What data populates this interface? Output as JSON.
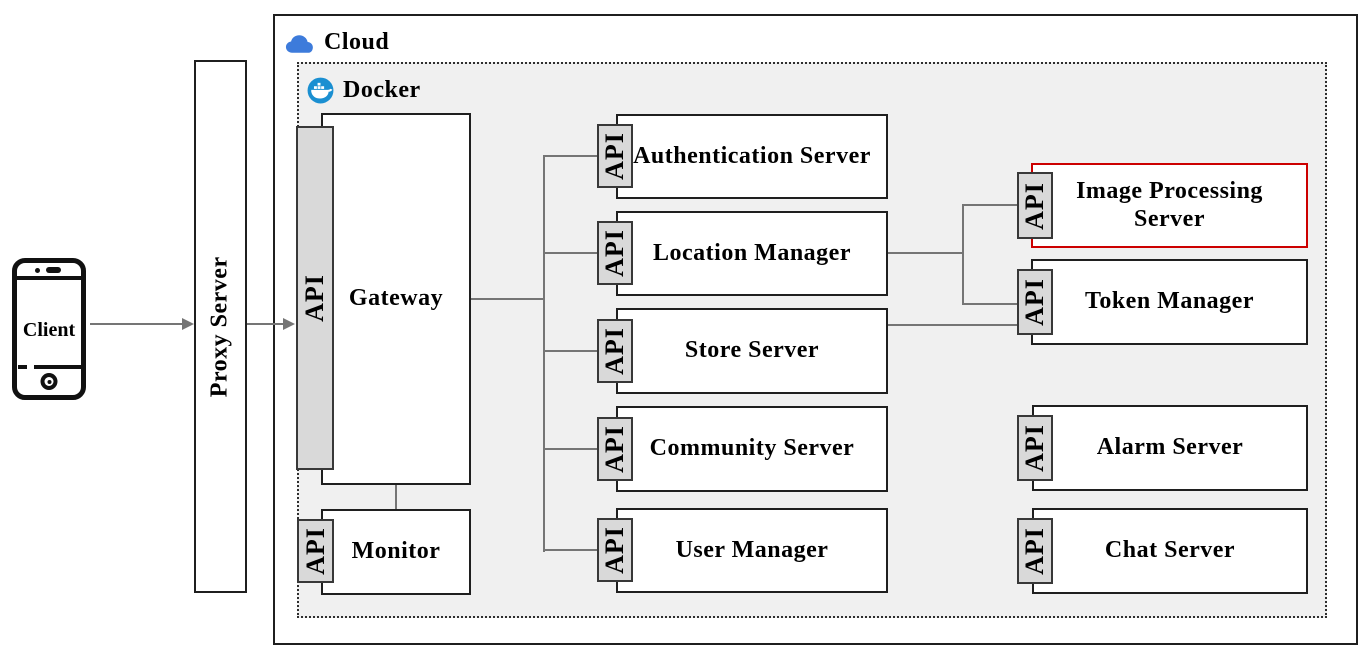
{
  "labels": {
    "client": "Client",
    "proxy": "Proxy Server",
    "cloud": "Cloud",
    "docker": "Docker",
    "api": "API",
    "gateway": "Gateway",
    "monitor": "Monitor",
    "auth": "Authentication Server",
    "location": "Location Manager",
    "store": "Store Server",
    "community": "Community Server",
    "user": "User Manager",
    "image": "Image Processing Server",
    "token": "Token Manager",
    "alarm": "Alarm Server",
    "chat": "Chat Server"
  },
  "icons": {
    "client": "smartphone-icon",
    "cloud": "cloud-icon",
    "docker": "docker-whale-icon"
  },
  "colors": {
    "highlighted_node_border": "#cc0000",
    "node_border": "#1f1f1f",
    "api_block_fill": "#d9d9d9",
    "docker_background": "#f0f0f0",
    "connector_gray": "#757575",
    "cloud_icon_blue": "#3d7bdb",
    "docker_icon_blue": "#1a8fd1"
  },
  "edges": [
    {
      "from": "client",
      "to": "proxy"
    },
    {
      "from": "proxy",
      "to": "gateway"
    },
    {
      "from": "gateway",
      "to": "auth"
    },
    {
      "from": "gateway",
      "to": "location"
    },
    {
      "from": "gateway",
      "to": "store"
    },
    {
      "from": "gateway",
      "to": "community"
    },
    {
      "from": "gateway",
      "to": "user"
    },
    {
      "from": "gateway",
      "to": "monitor"
    },
    {
      "from": "location",
      "to": "image"
    },
    {
      "from": "location",
      "to": "token"
    },
    {
      "from": "store",
      "to": "token"
    }
  ]
}
